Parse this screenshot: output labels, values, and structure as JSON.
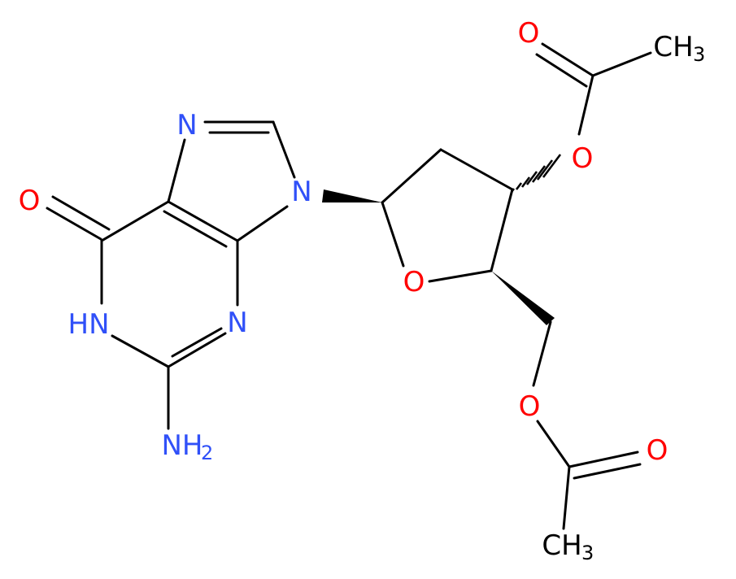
{
  "colors": {
    "oxygen": "#ff0000",
    "nitrogen": "#3050f8",
    "carbon": "#000000",
    "background": "#ffffff"
  },
  "labels": {
    "o_carbonyl_ring": "O",
    "nh_ring": "HN",
    "nh2_main": "NH",
    "nh2_sub": "2",
    "n_ring3": "N",
    "n_imidazole7": "N",
    "n_imidazole9": "N",
    "o_furanose": "O",
    "o_ester_3": "O",
    "o_carbonyl_3": "O",
    "ch3_top_main": "CH",
    "ch3_top_sub": "3",
    "o_ester_5": "O",
    "o_carbonyl_5": "O",
    "ch3_bottom_main": "CH",
    "ch3_bottom_sub": "3"
  }
}
